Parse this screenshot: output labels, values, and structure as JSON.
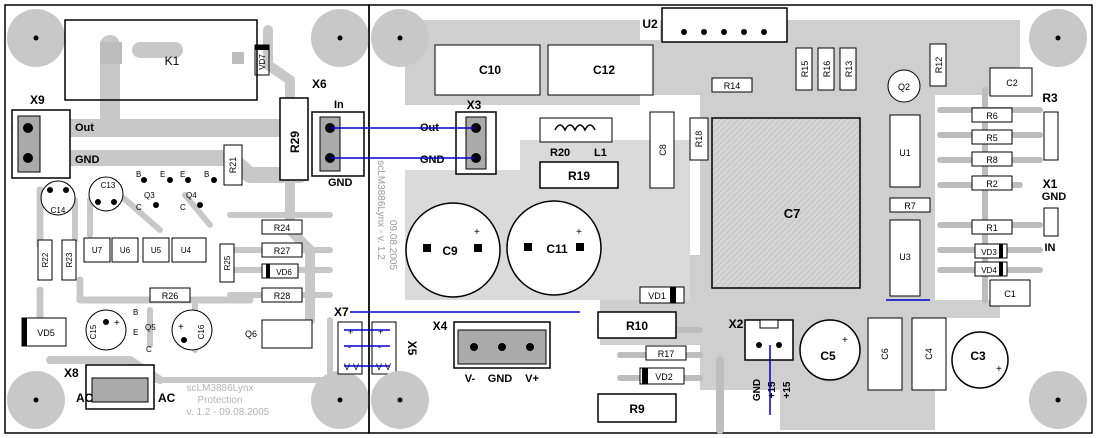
{
  "colors": {
    "board": "#ffffff",
    "copper": "#c8c8c8",
    "copper_dark": "#9a9a9a",
    "silk": "#000000",
    "wire": "#0000cc",
    "ghost_text": "#b4b4b4"
  },
  "left_board": {
    "relay": "K1",
    "relay_diode": "VD7",
    "out_connector": "X9",
    "x9_pins": [
      "Out",
      "GND"
    ],
    "x6_connector": "X6",
    "x6_pins": [
      "In",
      "GND"
    ],
    "resistor_r29": "R29",
    "resistor_r21": "R21",
    "caps": [
      "C14",
      "C13",
      "C15",
      "C16"
    ],
    "transistors": [
      "Q3",
      "Q4",
      "Q5",
      "Q6"
    ],
    "pin_letters": [
      "B",
      "E",
      "E",
      "B",
      "C",
      "C",
      "B",
      "E",
      "C"
    ],
    "ics": [
      "U7",
      "U6",
      "U5",
      "U4"
    ],
    "resistors": [
      "R22",
      "R23",
      "R25",
      "R24",
      "R27",
      "R26",
      "R28"
    ],
    "diodes": [
      "VD6",
      "VD5"
    ],
    "ac_connector": "X8",
    "ac_labels": [
      "AC",
      "AC"
    ],
    "x7_connector": "X7",
    "x5_connector": "X5",
    "pin_marks": [
      "+",
      "+",
      "-",
      "-",
      "V",
      "V",
      "V",
      "V"
    ],
    "footer_lines": [
      "scLM3886Lynx",
      "Protection",
      "v. 1.2 - 09.08.2005"
    ]
  },
  "right_board": {
    "u2": "U2",
    "caps_top": [
      "C10",
      "C12"
    ],
    "top_resistors": [
      "R15",
      "R16",
      "R13",
      "R12"
    ],
    "r14": "R14",
    "q2": "Q2",
    "c2": "C2",
    "r3": "R3",
    "x3_connector": "X3",
    "x3_pins": [
      "Out",
      "GND"
    ],
    "r20": "R20",
    "l1": "L1",
    "r19": "R19",
    "c8": "C8",
    "r18": "R18",
    "c7": "C7",
    "c9": "C9",
    "c11": "C11",
    "vertical_text": [
      "scLM3886Lynx - v. 1.2",
      "09.08.2005"
    ],
    "right_resistors": [
      "R6",
      "R5",
      "R8",
      "R2",
      "R7",
      "R1"
    ],
    "u1": "U1",
    "u3": "U3",
    "x1_connector": "X1",
    "x1_pins": [
      "GND",
      "IN"
    ],
    "vd3": "VD3",
    "vd4": "VD4",
    "c1": "C1",
    "vd1": "VD1",
    "x4_connector": "X4",
    "x4_pins": [
      "V-",
      "GND",
      "V+"
    ],
    "r10": "R10",
    "x2_connector": "X2",
    "x2_pins": [
      "GND",
      "+15",
      "+15"
    ],
    "r17": "R17",
    "vd2": "VD2",
    "r9": "R9",
    "c5": "C5",
    "c6": "C6",
    "c4": "C4",
    "c3": "C3",
    "plus": "+"
  }
}
